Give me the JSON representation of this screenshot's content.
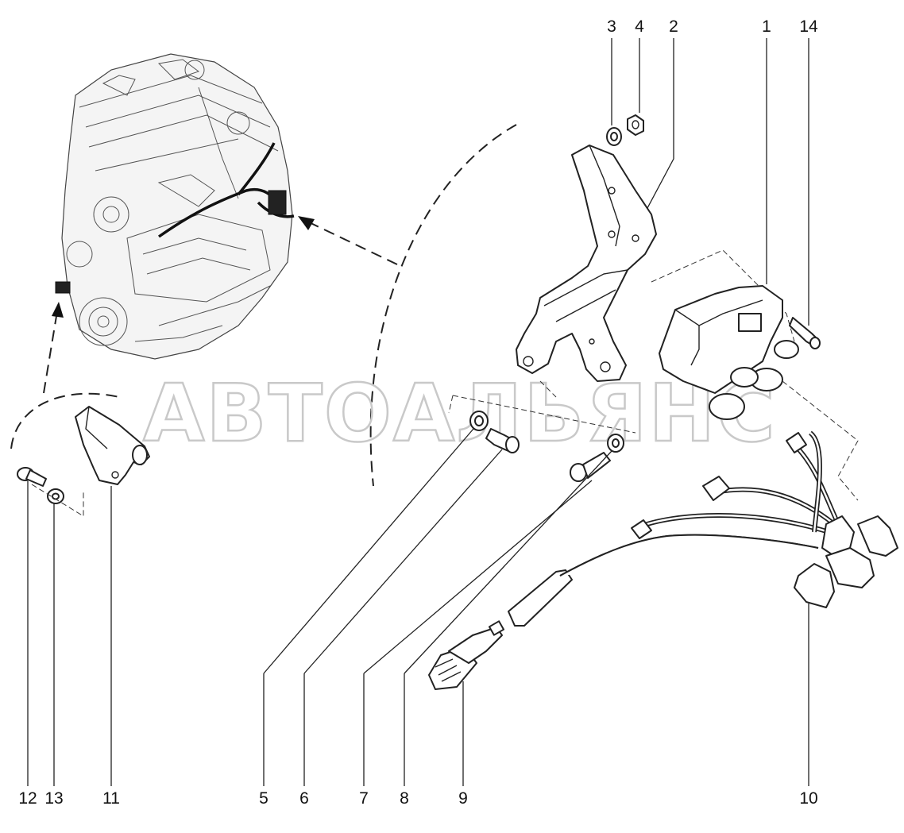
{
  "watermark": {
    "text": "АВТОАЛЬЯНС"
  },
  "callouts": [
    {
      "id": "1",
      "label": "1"
    },
    {
      "id": "2",
      "label": "2"
    },
    {
      "id": "3",
      "label": "3"
    },
    {
      "id": "4",
      "label": "4"
    },
    {
      "id": "5",
      "label": "5"
    },
    {
      "id": "6",
      "label": "6"
    },
    {
      "id": "7",
      "label": "7"
    },
    {
      "id": "8",
      "label": "8"
    },
    {
      "id": "9",
      "label": "9"
    },
    {
      "id": "10",
      "label": "10"
    },
    {
      "id": "11",
      "label": "11"
    },
    {
      "id": "12",
      "label": "12"
    },
    {
      "id": "13",
      "label": "13"
    },
    {
      "id": "14",
      "label": "14"
    }
  ]
}
